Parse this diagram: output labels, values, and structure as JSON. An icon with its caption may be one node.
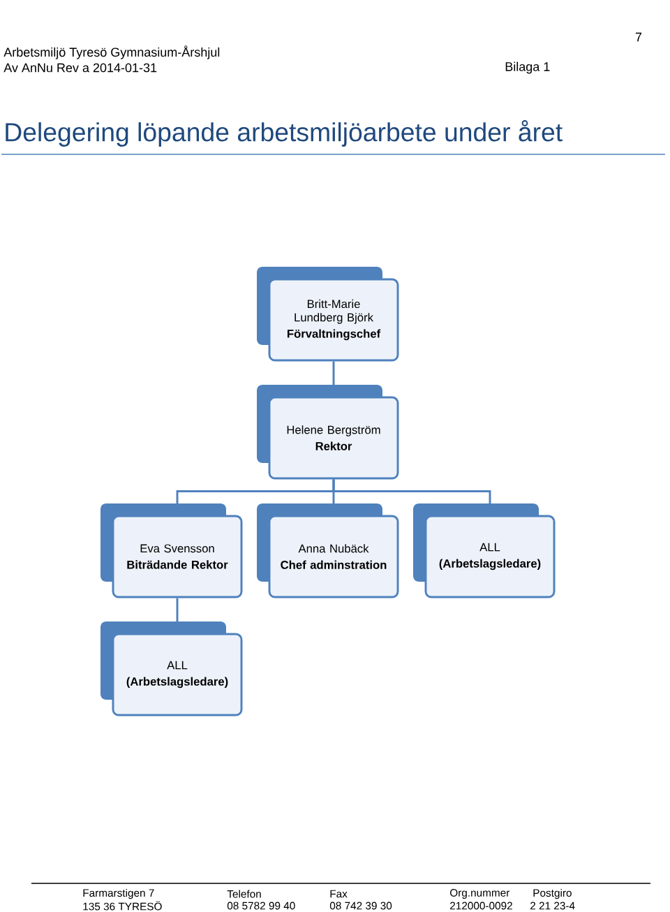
{
  "diagram": {
    "title": "Delegering löpande arbetsmiljöarbete under året",
    "nodes": [
      {
        "text": [
          "Britt-Marie Lundberg Björk",
          "Förvaltningschef"
        ]
      },
      {
        "text": [
          "Helene Bergström",
          "Rektor"
        ]
      },
      {
        "text": [
          "Eva Svensson",
          "Biträdande Rektor"
        ]
      },
      {
        "text": [
          "Anna Nubäck",
          "Chef adminstration"
        ]
      },
      {
        "text": [
          "ALL",
          "(Arbetslagsledare)"
        ]
      },
      {
        "text": [
          "ALL",
          "(Arbetslagsledare)"
        ]
      }
    ],
    "edges": [
      {
        "from": 0,
        "to": 1,
        "arrow": "none"
      },
      {
        "from": 1,
        "to": 2,
        "arrow": "none"
      },
      {
        "from": 1,
        "to": 3,
        "arrow": "none"
      },
      {
        "from": 1,
        "to": 4,
        "arrow": "none"
      },
      {
        "from": 2,
        "to": 5,
        "arrow": "none"
      }
    ],
    "labels": [
      "7",
      "Arbetsmiljö Tyresö Gymnasium-Årshjul",
      "Av AnNu Rev a 2014-01-31",
      "Bilaga 1",
      "Farmarstigen 7",
      "Telefon",
      "Fax",
      "Org.nummer",
      "Postgiro",
      "135 36 TYRESÖ",
      "08 5782 99 40",
      "08 742 39 30",
      "212000-0092",
      "2 21 23-4"
    ]
  }
}
